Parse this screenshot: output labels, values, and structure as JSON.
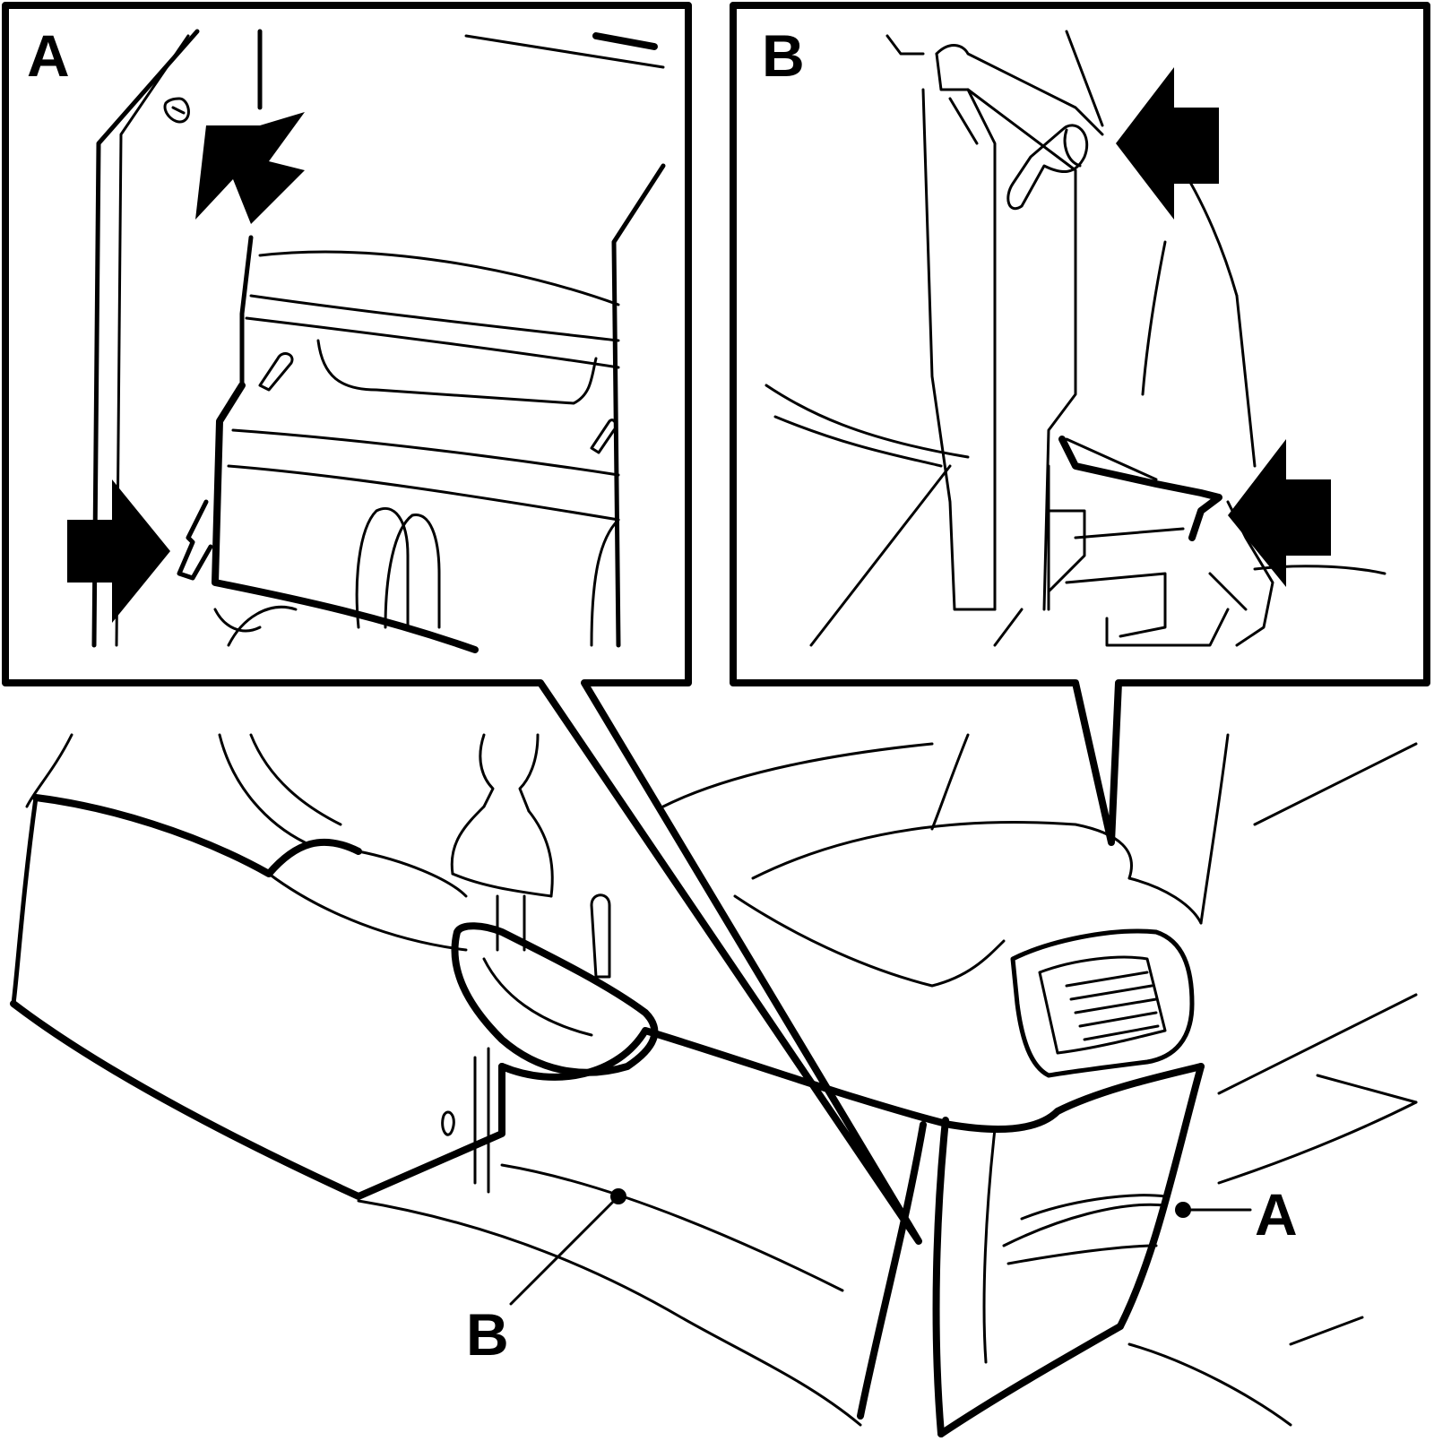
{
  "inset_a": {
    "label": "A"
  },
  "inset_b": {
    "label": "B"
  },
  "callouts": {
    "a": {
      "label": "A"
    },
    "b": {
      "label": "B"
    }
  },
  "colors": {
    "ink": "#000000",
    "paper": "#ffffff"
  },
  "icons": {
    "pointer_arrow": "arrow-icon",
    "fastener": "screw-icon"
  }
}
